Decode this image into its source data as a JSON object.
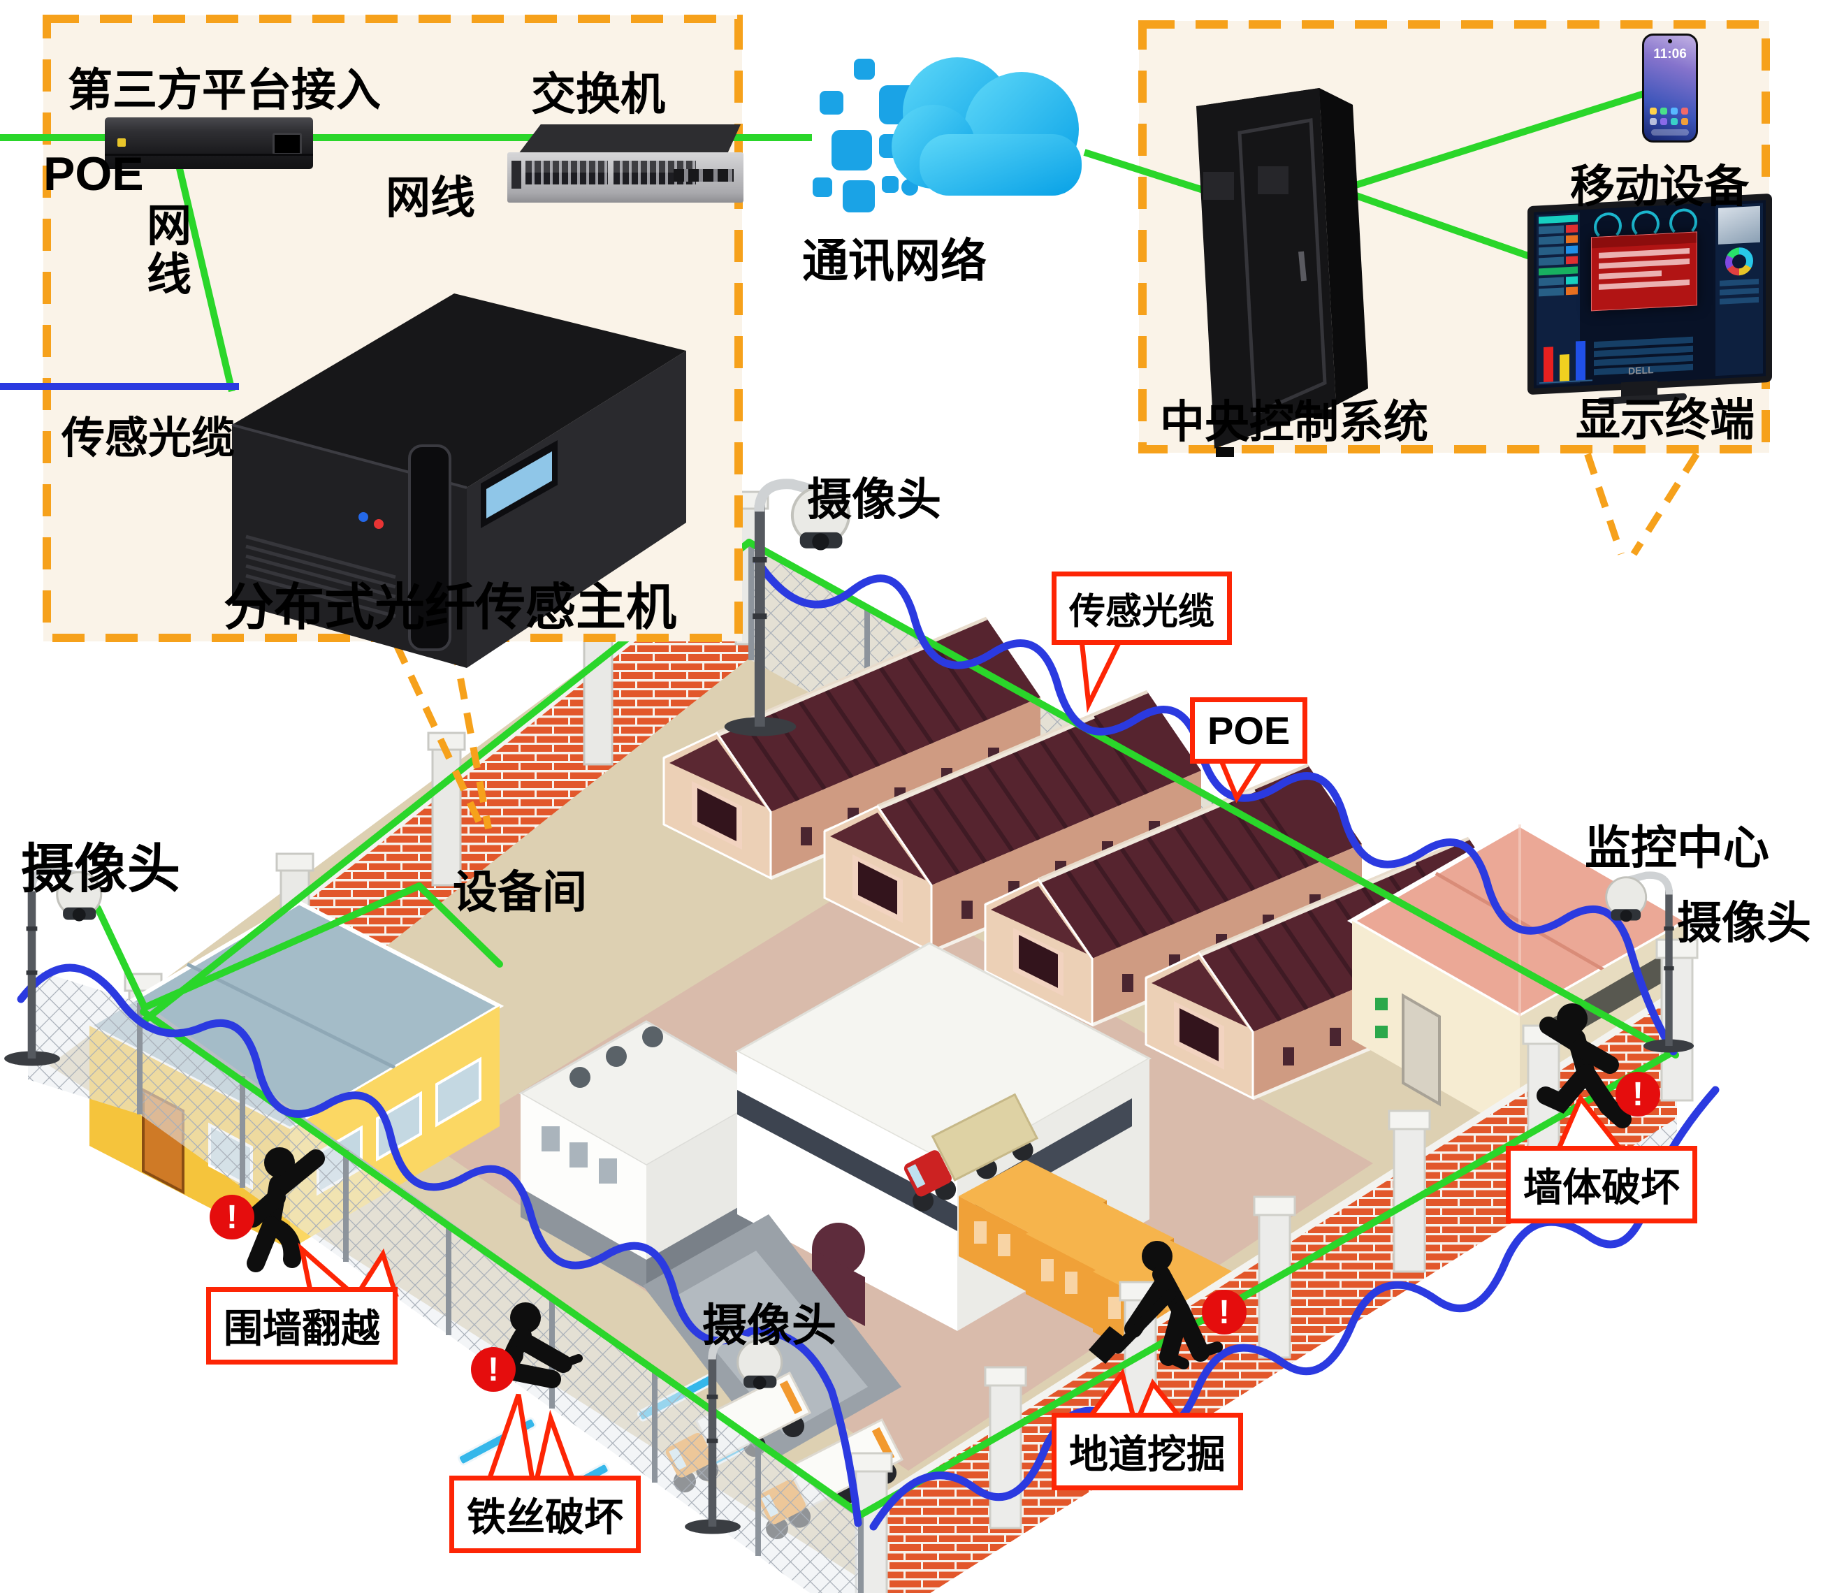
{
  "colors": {
    "panel_border": "#F6A11B",
    "panel_bg": "#FAF3E8",
    "poe_line_green": "#2AD62A",
    "fiber_blue": "#2B3AE0",
    "callout_red": "#FD2505",
    "alert_red": "#E50D0D",
    "cloud_blue": "#1AA3E6"
  },
  "left_panel": {
    "title": "第三方平台接入",
    "poe": "POE",
    "switch": "交换机",
    "lan_a": "网线",
    "lan_b": "网线",
    "fiber": "传感光缆",
    "host": "分布式光纤传感主机"
  },
  "cloud": {
    "label": "通讯网络"
  },
  "right_panel": {
    "central": "中央控制系统",
    "mobile": "移动设备",
    "display": "显示终端",
    "phone_time": "11:06",
    "monitor_brand": "DELL"
  },
  "site": {
    "monitoring_center": "监控中心",
    "equipment_room": "设备间",
    "cameras": [
      {
        "label": "摄像头"
      },
      {
        "label": "摄像头"
      },
      {
        "label": "摄像头"
      },
      {
        "label": "摄像头"
      }
    ],
    "fence": {
      "fiber_callout": "传感光缆",
      "poe_callout": "POE"
    },
    "alerts": [
      {
        "label": "围墙翻越",
        "symbol": "!"
      },
      {
        "label": "铁丝破坏",
        "symbol": "!"
      },
      {
        "label": "地道挖掘",
        "symbol": "!"
      },
      {
        "label": "墙体破坏",
        "symbol": "!"
      }
    ]
  }
}
